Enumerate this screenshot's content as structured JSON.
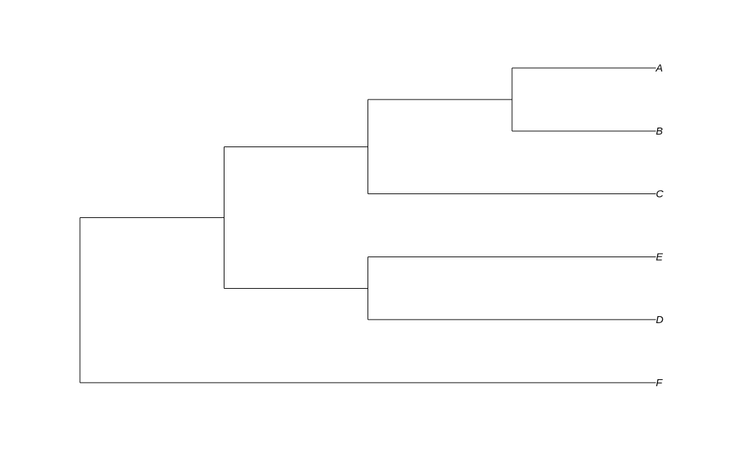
{
  "chart_data": {
    "type": "dendrogram",
    "title": "",
    "tree": {
      "children": [
        {
          "children": [
            {
              "children": [
                {
                  "children": [
                    {
                      "label": "A"
                    },
                    {
                      "label": "B"
                    }
                  ]
                },
                {
                  "label": "C"
                }
              ]
            },
            {
              "children": [
                {
                  "label": "E"
                },
                {
                  "label": "D"
                }
              ]
            }
          ]
        },
        {
          "label": "F"
        }
      ]
    },
    "tip_order": [
      "A",
      "B",
      "C",
      "E",
      "D",
      "F"
    ],
    "ultrametric": true,
    "max_depth": 4
  }
}
